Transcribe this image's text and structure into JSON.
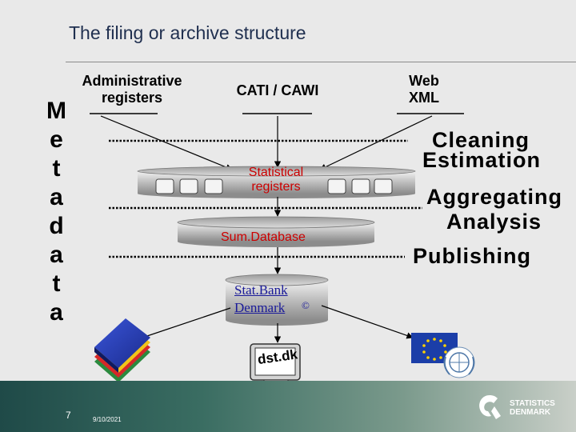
{
  "title": "The filing or archive structure",
  "metadata_letters": [
    "M",
    "e",
    "t",
    "a",
    "d",
    "a",
    "t",
    "a"
  ],
  "sources": {
    "admin_line1": "Administrative",
    "admin_line2": "registers",
    "cati": "CATI / CAWI",
    "web_line1": "Web",
    "web_line2": "XML"
  },
  "stages": {
    "cleaning": "Cleaning",
    "estimation": "Estimation",
    "aggregating": "Aggregating",
    "analysis": "Analysis",
    "publishing": "Publishing"
  },
  "storage": {
    "statistical_line1": "Statistical",
    "statistical_line2": "registers",
    "sumdb": "Sum.Database",
    "statbank_line1": "Stat.Bank",
    "statbank_line2": "Denmark",
    "statbank_mark": "©"
  },
  "outputs": {
    "dst": "dst.dk"
  },
  "footer": {
    "page_number": "7",
    "date": "9/10/2021",
    "logo_line1": "STATISTICS",
    "logo_line2": "DENMARK"
  },
  "colors": {
    "cylinder_label": "#cc0000",
    "link_text": "#1a1a99",
    "eu_blue": "#1b3ea8",
    "eu_star": "#ffd200"
  },
  "icons": {
    "books": "books-stack-icon",
    "computer": "computer-icon",
    "eu": "eu-flag-icon",
    "un": "un-emblem-icon",
    "logo": "statistics-denmark-logo-icon"
  }
}
